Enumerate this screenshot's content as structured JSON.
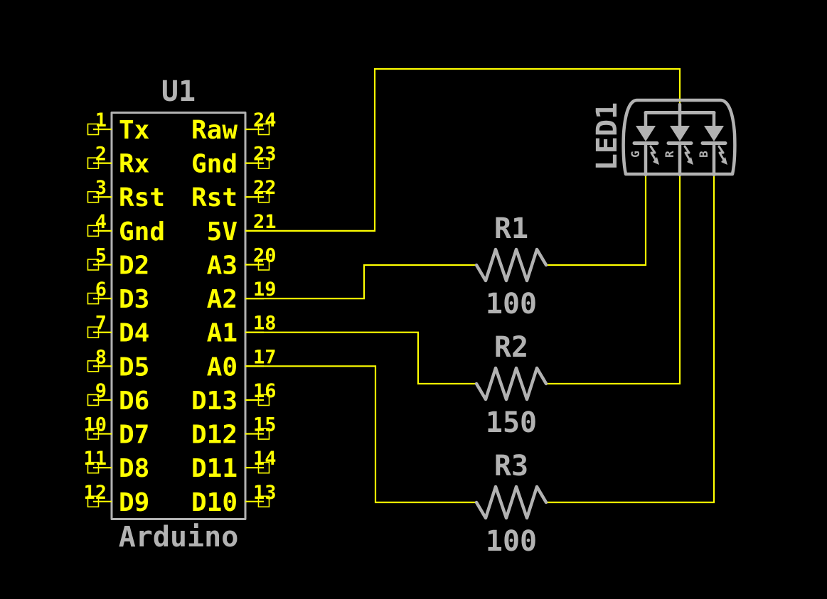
{
  "schematic": {
    "components": {
      "u1": {
        "ref": "U1",
        "value": "Arduino",
        "left_pins": [
          {
            "num": "1",
            "name": "Tx",
            "connected": false
          },
          {
            "num": "2",
            "name": "Rx",
            "connected": false
          },
          {
            "num": "3",
            "name": "Rst",
            "connected": false
          },
          {
            "num": "4",
            "name": "Gnd",
            "connected": false
          },
          {
            "num": "5",
            "name": "D2",
            "connected": false
          },
          {
            "num": "6",
            "name": "D3",
            "connected": false
          },
          {
            "num": "7",
            "name": "D4",
            "connected": false
          },
          {
            "num": "8",
            "name": "D5",
            "connected": false
          },
          {
            "num": "9",
            "name": "D6",
            "connected": false
          },
          {
            "num": "10",
            "name": "D7",
            "connected": false
          },
          {
            "num": "11",
            "name": "D8",
            "connected": false
          },
          {
            "num": "12",
            "name": "D9",
            "connected": false
          }
        ],
        "right_pins": [
          {
            "num": "24",
            "name": "Raw",
            "connected": false
          },
          {
            "num": "23",
            "name": "Gnd",
            "connected": false
          },
          {
            "num": "22",
            "name": "Rst",
            "connected": false
          },
          {
            "num": "21",
            "name": "5V",
            "connected": true
          },
          {
            "num": "20",
            "name": "A3",
            "connected": false
          },
          {
            "num": "19",
            "name": "A2",
            "connected": true
          },
          {
            "num": "18",
            "name": "A1",
            "connected": true
          },
          {
            "num": "17",
            "name": "A0",
            "connected": true
          },
          {
            "num": "16",
            "name": "D13",
            "connected": false
          },
          {
            "num": "15",
            "name": "D12",
            "connected": false
          },
          {
            "num": "14",
            "name": "D11",
            "connected": false
          },
          {
            "num": "13",
            "name": "D10",
            "connected": false
          }
        ]
      },
      "led1": {
        "ref": "LED1",
        "channels": [
          "G",
          "R",
          "B"
        ]
      },
      "resistors": [
        {
          "ref": "R1",
          "value": "100"
        },
        {
          "ref": "R2",
          "value": "150"
        },
        {
          "ref": "R3",
          "value": "100"
        }
      ]
    },
    "colors": {
      "background": "#000000",
      "wire": "#FFFF00",
      "pin_text": "#FFFF00",
      "symbol": "#B2B2B2"
    }
  }
}
